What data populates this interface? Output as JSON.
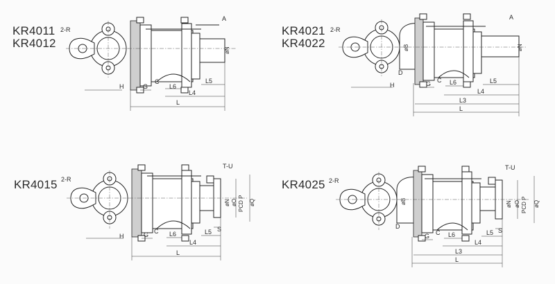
{
  "panels": [
    {
      "id": "tl",
      "models": [
        "KR4011",
        "KR4012"
      ],
      "callouts": {
        "radius": "2-R",
        "port": "A",
        "bore": "øN",
        "flange": "H",
        "c": "C"
      },
      "dimensions": [
        "G",
        "L6",
        "L5",
        "L4",
        "L"
      ]
    },
    {
      "id": "tr",
      "models": [
        "KR4021",
        "KR4022"
      ],
      "callouts": {
        "radius": "2-R",
        "port": "A",
        "bore": "øN",
        "body": "øB",
        "d": "D",
        "flange": "H",
        "c": "C"
      },
      "dimensions": [
        "G",
        "L6",
        "L5",
        "L4",
        "L3",
        "L"
      ]
    },
    {
      "id": "bl",
      "models": [
        "KR4015"
      ],
      "callouts": {
        "radius": "2-R",
        "thread": "T-U",
        "bore": "øN",
        "o": "øO",
        "pcd": "PCD P",
        "q": "øQ",
        "s": "S",
        "flange": "H",
        "c": "C"
      },
      "dimensions": [
        "G",
        "L6",
        "L5",
        "L4",
        "L"
      ]
    },
    {
      "id": "br",
      "models": [
        "KR4025"
      ],
      "callouts": {
        "radius": "2-R",
        "thread": "T-U",
        "bore": "øN",
        "o": "øO",
        "pcd": "PCD P",
        "q": "øQ",
        "body": "øB",
        "s": "S",
        "d": "D",
        "c": "C"
      },
      "dimensions": [
        "G",
        "L6",
        "L5",
        "L4",
        "L3",
        "L"
      ]
    }
  ]
}
